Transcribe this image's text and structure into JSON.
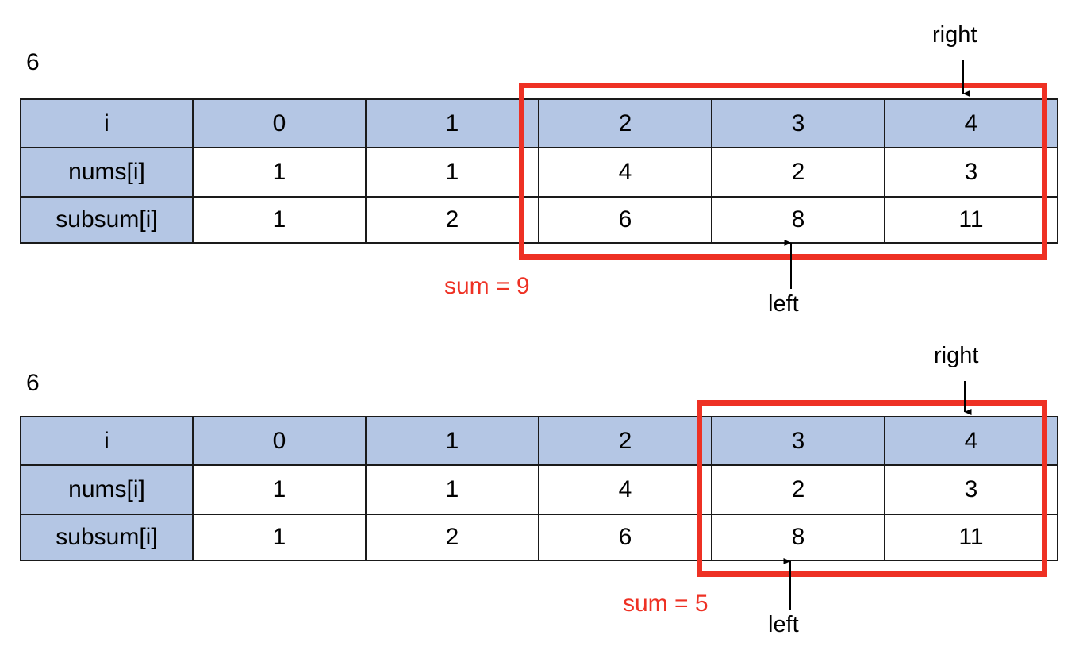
{
  "diagram": {
    "title_hidden": "",
    "accent_red": "#ee3124",
    "header_blue": "#b4c6e4",
    "panels": [
      {
        "count_label": "6",
        "columns": [
          "i",
          "0",
          "1",
          "2",
          "3",
          "4"
        ],
        "rows": [
          {
            "label": "nums[i]",
            "values": [
              "1",
              "1",
              "4",
              "2",
              "3"
            ]
          },
          {
            "label": "subsum[i]",
            "values": [
              "1",
              "2",
              "6",
              "8",
              "11"
            ]
          }
        ],
        "highlight": {
          "from_index": 2,
          "to_index": 4
        },
        "sum_text": "sum = 9",
        "pointer_right": "right",
        "pointer_left": "left"
      },
      {
        "count_label": "6",
        "columns": [
          "i",
          "0",
          "1",
          "2",
          "3",
          "4"
        ],
        "rows": [
          {
            "label": "nums[i]",
            "values": [
              "1",
              "1",
              "4",
              "2",
              "3"
            ]
          },
          {
            "label": "subsum[i]",
            "values": [
              "1",
              "2",
              "6",
              "8",
              "11"
            ]
          }
        ],
        "highlight": {
          "from_index": 3,
          "to_index": 4
        },
        "sum_text": "sum = 5",
        "pointer_right": "right",
        "pointer_left": "left"
      }
    ]
  }
}
